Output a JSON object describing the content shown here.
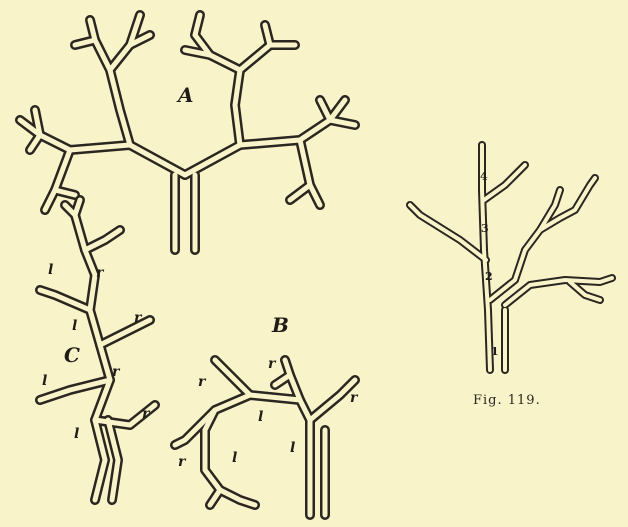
{
  "figure": {
    "caption": "Fig. 119.",
    "panel_labels": {
      "a": "A",
      "b": "B",
      "c": "C"
    },
    "branch_labels": {
      "left": "l",
      "right": "r"
    },
    "segment_numbers": [
      "1",
      "2",
      "3",
      "4"
    ]
  },
  "colors": {
    "paper": "#f8f3c8",
    "ink": "#2a2620"
  }
}
